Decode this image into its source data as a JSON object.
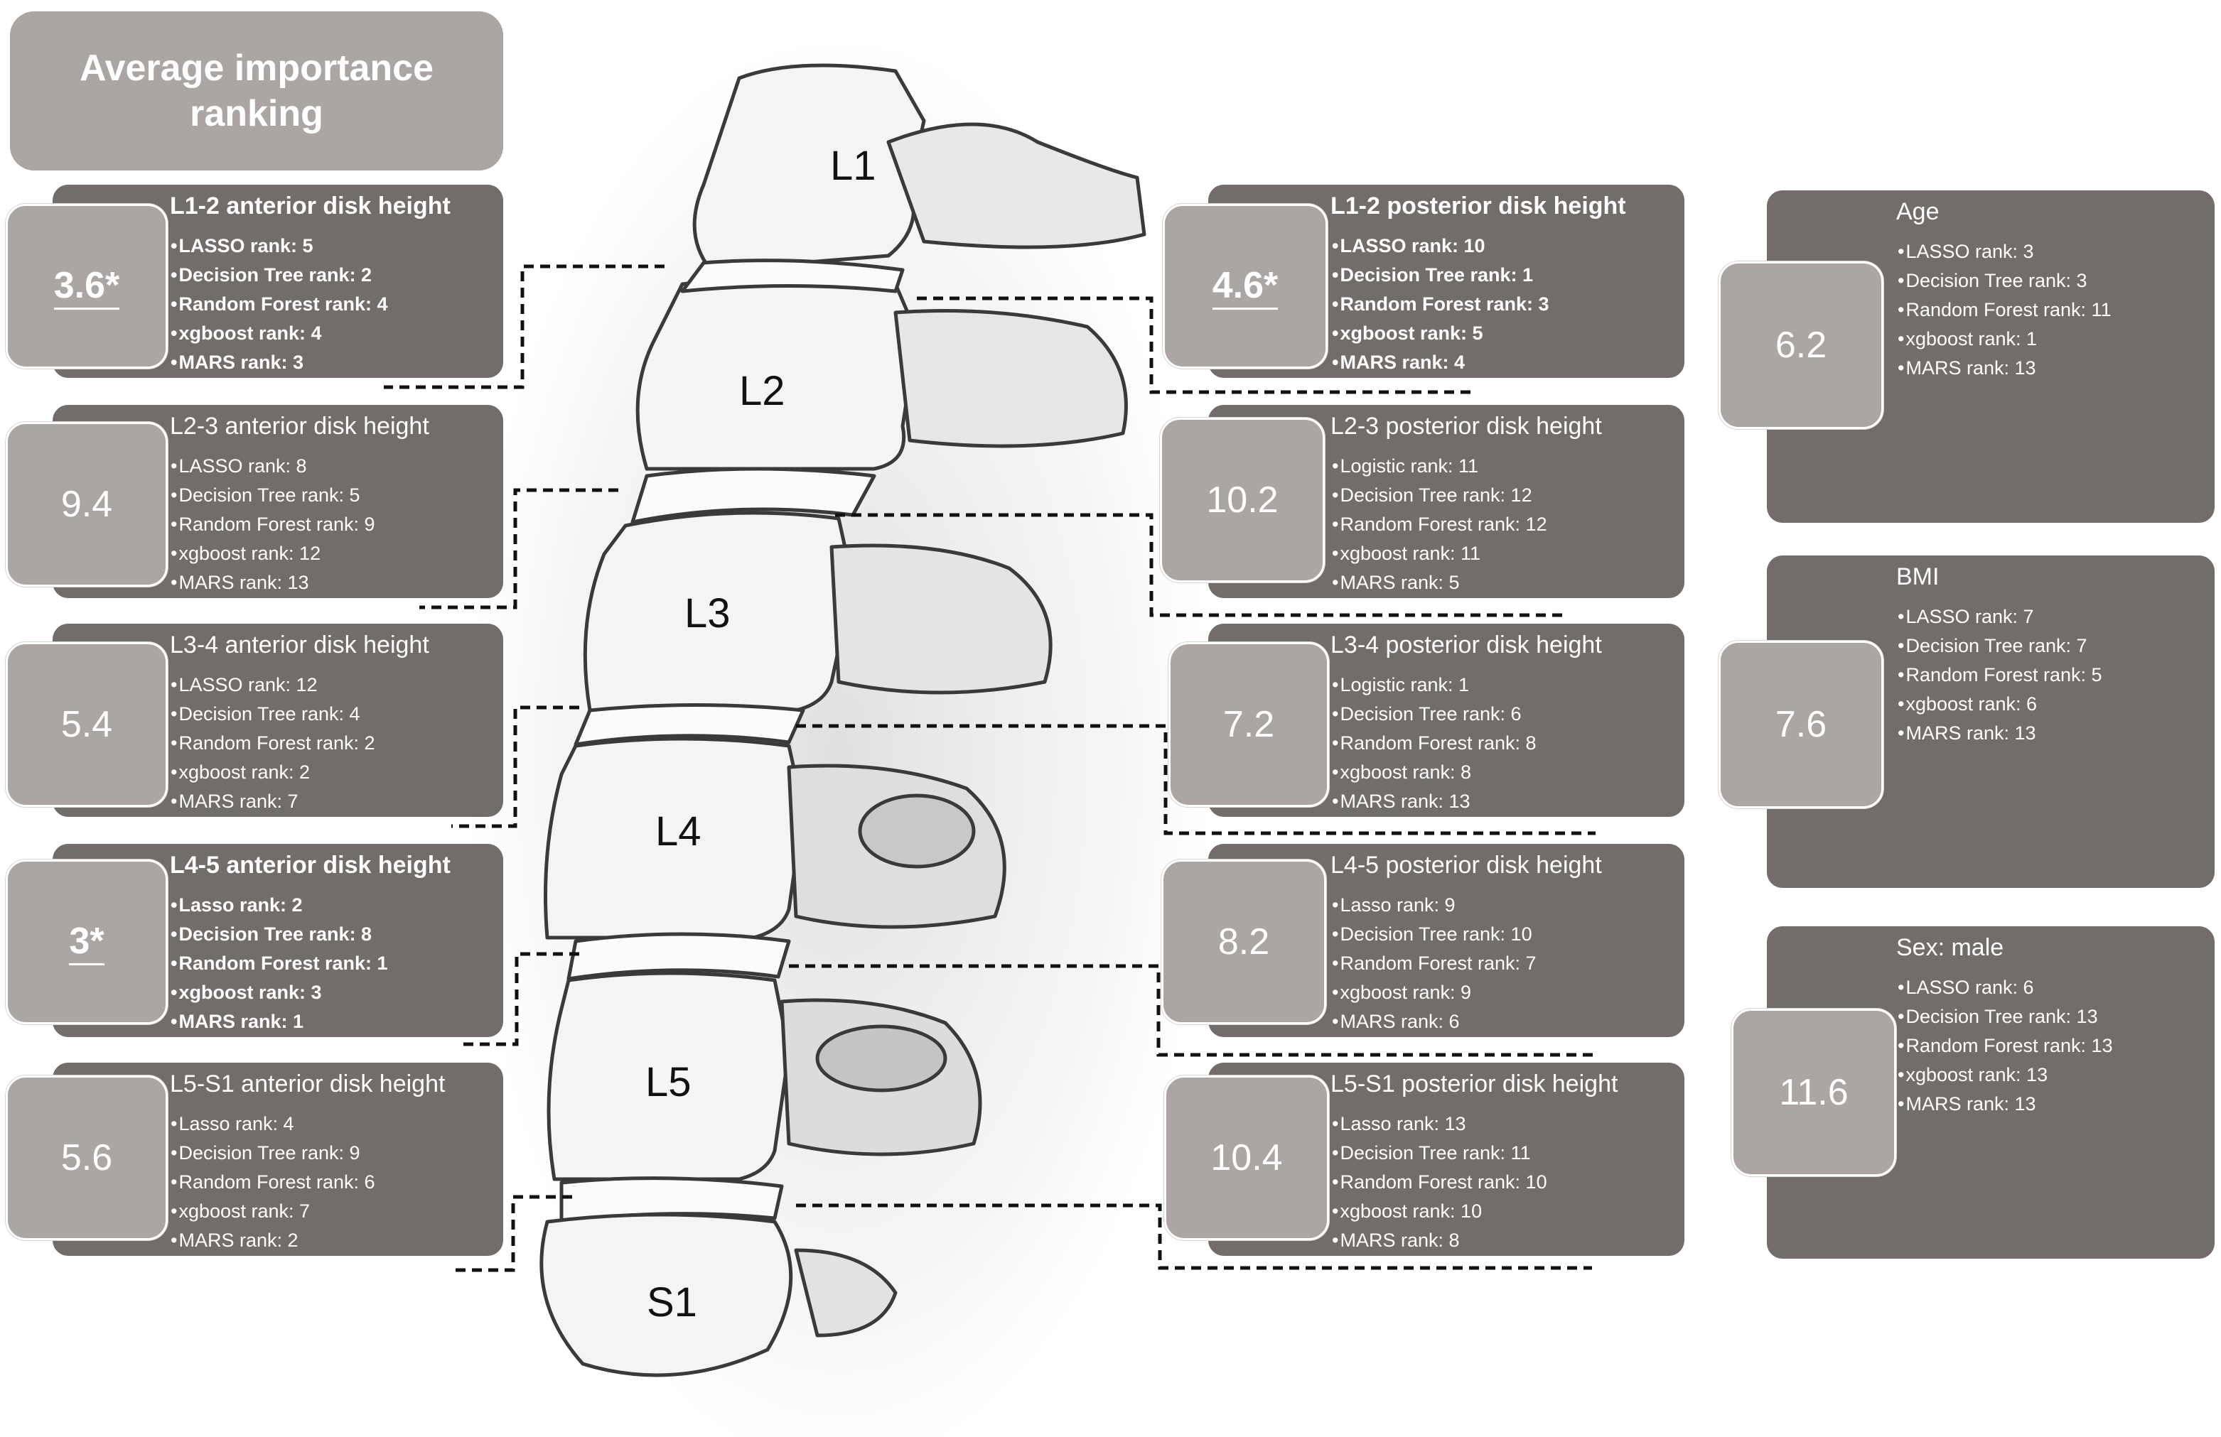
{
  "title": "Average importance ranking",
  "vertebrae": [
    "L1",
    "L2",
    "L3",
    "L4",
    "L5",
    "S1"
  ],
  "left_cards": [
    {
      "score": "3.6*",
      "title": "L1-2 anterior disk height",
      "bold": true,
      "items": [
        "LASSO  rank: 5",
        "Decision Tree rank: 2",
        "Random Forest rank: 4",
        "xgboost rank: 4",
        "MARS  rank: 3"
      ]
    },
    {
      "score": "9.4",
      "title": "L2-3 anterior disk height",
      "bold": false,
      "items": [
        "LASSO  rank: 8",
        "Decision Tree rank: 5",
        "Random Forest rank: 9",
        "xgboost rank: 12",
        "MARS  rank: 13"
      ]
    },
    {
      "score": "5.4",
      "title": "L3-4 anterior disk height",
      "bold": false,
      "items": [
        "LASSO rank: 12",
        "Decision Tree rank: 4",
        "Random Forest rank: 2",
        "xgboost rank: 2",
        "MARS  rank: 7"
      ]
    },
    {
      "score": "3*",
      "title": "L4-5 anterior disk height",
      "bold": true,
      "items": [
        "Lasso  rank: 2",
        "Decision Tree rank: 8",
        "Random Forest rank: 1",
        "xgboost rank: 3",
        "MARS  rank: 1"
      ]
    },
    {
      "score": "5.6",
      "title": "L5-S1 anterior disk height",
      "bold": false,
      "items": [
        "Lasso  rank: 4",
        "Decision Tree rank: 9",
        "Random Forest rank: 6",
        "xgboost rank: 7",
        "MARS  rank: 2"
      ]
    }
  ],
  "middle_cards": [
    {
      "score": "4.6*",
      "title": "L1-2 posterior disk height",
      "bold": true,
      "items": [
        "LASSO  rank: 10",
        "Decision Tree rank: 1",
        "Random Forest rank: 3",
        "xgboost rank: 5",
        "MARS  rank: 4"
      ]
    },
    {
      "score": "10.2",
      "title": "L2-3 posterior disk height",
      "bold": false,
      "items": [
        "Logistic  rank: 11",
        "Decision Tree rank: 12",
        "Random Forest rank: 12",
        "xgboost rank: 11",
        "MARS  rank: 5"
      ]
    },
    {
      "score": "7.2",
      "title": "L3-4 posterior disk height",
      "bold": false,
      "items": [
        "Logistic  rank: 1",
        "Decision Tree rank: 6",
        "Random Forest rank: 8",
        "xgboost rank: 8",
        "MARS  rank: 13"
      ]
    },
    {
      "score": "8.2",
      "title": "L4-5 posterior disk height",
      "bold": false,
      "items": [
        "Lasso  rank: 9",
        "Decision Tree rank: 10",
        "Random Forest rank: 7",
        "xgboost rank: 9",
        "MARS  rank: 6"
      ]
    },
    {
      "score": "10.4",
      "title": "L5-S1 posterior disk height",
      "bold": false,
      "items": [
        "Lasso  rank: 13",
        "Decision Tree rank: 11",
        "Random Forest rank: 10",
        "xgboost rank: 10",
        "MARS  rank: 8"
      ]
    }
  ],
  "right_cards": [
    {
      "score": "6.2",
      "title": "Age",
      "bold": false,
      "items": [
        "LASSO  rank: 3",
        "Decision Tree rank: 3",
        "Random Forest rank: 11",
        "xgboost rank: 1",
        "MARS  rank: 13"
      ]
    },
    {
      "score": "7.6",
      "title": "BMI",
      "bold": false,
      "items": [
        "LASSO  rank: 7",
        "Decision Tree rank: 7",
        "Random Forest rank: 5",
        "xgboost rank: 6",
        "MARS  rank: 13"
      ]
    },
    {
      "score": "11.6",
      "title": "Sex: male",
      "bold": false,
      "items": [
        "LASSO rank: 6",
        "Decision Tree rank: 13",
        "Random Forest rank: 13",
        "xgboost rank: 13",
        "MARS  rank: 13"
      ]
    }
  ]
}
